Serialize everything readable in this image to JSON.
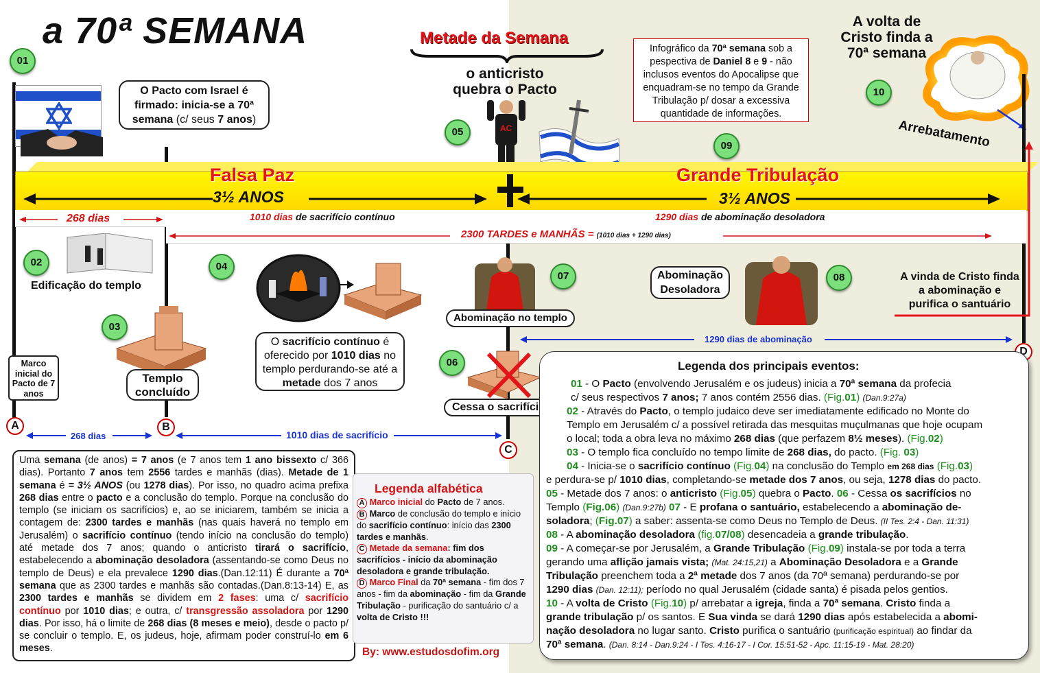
{
  "title": "a 70ª SEMANA",
  "header": {
    "metade_title": "Metade da Semana",
    "anticristo": "o anticristo quebra o Pacto",
    "volta_cristo": "A volta de Cristo finda a 70ª semana",
    "arrebatamento": "Arrebatamento"
  },
  "infobox": {
    "p1": "Infográfico da ",
    "p1b": "70ª semana",
    "p2": " sob a pespectiva de ",
    "p2b": "Daniel 8",
    "p3": " e ",
    "p3b": "9",
    "p4": " - não inclusos eventos do Apocalipse que enquadram-se no tempo da Grande Tribulação p/ dosar a excessiva quantidade de informações."
  },
  "pacto_bubble": {
    "line1": "O Pacto com Israel é",
    "line2": "firmado: inicia-se a 70ª",
    "line3b": "semana",
    "line3": " (c/ seus ",
    "line3c": "7 anos",
    "line3d": ")"
  },
  "bars": {
    "falsa_paz": "Falsa Paz",
    "grande_trib": "Grande Tribulação",
    "anos_left": "3½ ANOS",
    "anos_right": "3½ ANOS",
    "dias268": "268 dias",
    "dias1010": "1010 dias",
    "dias1010_rest": " de sacrifício contínuo",
    "dias1290": "1290 dias",
    "dias1290_rest": " de abominação desoladora",
    "tardes": "2300 TARDES e MANHÃS =",
    "tardes_paren": "(1010 dias + 1290 dias)"
  },
  "events": {
    "pin01": "01",
    "pin02": "02",
    "pin03": "03",
    "pin04": "04",
    "pin05": "05",
    "pin06": "06",
    "pin07": "07",
    "pin08": "08",
    "pin09": "09",
    "pin10": "10",
    "edificacao": "Edificação do templo",
    "templo_concluido": "Templo concluído",
    "sacrificio_b1": "O ",
    "sacrificio_b2": "sacrifício contínuo",
    "sacrificio_b3": " é oferecido por ",
    "sacrificio_b4": "1010 dias",
    "sacrificio_b5": " no templo perdurando-se até a ",
    "sacrificio_b6": "metade",
    "sacrificio_b7": " dos 7 anos",
    "abominacao_templo": "Abominação no templo",
    "cessa": "Cessa o sacrifício",
    "abominacao_desoladora": "Abominação Desoladora",
    "vinda_cristo": "A vinda de Cristo finda a abominação e purifica o santuário",
    "marco_inicial": "Marco inicial do Pacto de 7 anos",
    "ac": "AC"
  },
  "timeline": {
    "A": "A",
    "B": "B",
    "C": "C",
    "D": "D",
    "dias268": "268 dias",
    "dias1010": "1010 dias de sacrifício",
    "dias1290": "1290 dias de abominação"
  },
  "left_text": {
    "t1": "Uma ",
    "t1b": "semana",
    "t2": " (de anos) ",
    "t2b": "= 7 anos",
    "t3": " (e 7 anos tem ",
    "t3b": "1 ano bissexto",
    "t4": " c/ 366 dias). Portanto ",
    "t4b": "7 anos",
    "t5": " tem ",
    "t5b": "2556",
    "t6": " tardes e manhãs (dias). ",
    "t6b": "Metade de 1 semana",
    "t7": " é ",
    "t7b": "= 3½ ANOS",
    "t8": " (ou ",
    "t8b": "1278 dias",
    "t9": "). Por isso, no quadro acima prefixa ",
    "t9b": "268 dias",
    "t10": " entre o ",
    "t10b": "pacto",
    "t11": " e a conclusão do templo. Porque na conclusão do templo (se iniciam os sacrifícios) e, ao se iniciarem, também se inicia a contagem de: ",
    "t11b": "2300 tardes e manhãs",
    "t12": " (nas quais haverá no templo em Jerusalém) o ",
    "t12b": "sacrifício contínuo",
    "t13": " (tendo início na conclusão do templo) até metade dos 7 anos; quando o anticristo ",
    "t13b": "tirará o sacrifício",
    "t14": ", estabelecendo a ",
    "t14b": "abominação desoladora",
    "t15": " (assentando-se como Deus no templo de Deus) e ela prevalece ",
    "t15b": "1290 dias",
    "t16": ".(Dan.12:11) É durante a ",
    "t16b": "70ª semana",
    "t17": " que as 2300 tardes e manhãs são contadas.(Dan.8:13-14) E, as ",
    "t17b": "2300 tardes e manhãs",
    "t18": " se dividem em ",
    "t18b": "2 fases",
    "t19": ": uma c/ ",
    "t19b": "sacrifício contínuo",
    "t20": " por ",
    "t20b": "1010 dias",
    "t21": "; e outra, c/ ",
    "t21b": "transgressão assoladora",
    "t22": " por ",
    "t22b": "1290 dias",
    "t23": ". Por isso, há o limite de ",
    "t23b": "268 dias (8 meses e meio)",
    "t24": ", desde o pacto p/ se concluir o templo. E, os judeus, hoje, afirmam poder construí-lo ",
    "t24b": "em 6 meses",
    "t25": "."
  },
  "legend_alpha": {
    "title": "Legenda alfabética",
    "a1": "Marco inicial",
    "a2": " do ",
    "a3": "Pacto",
    "a4": " de 7 anos.",
    "b1": "Marco",
    "b2": " de conclusão do templo e início do ",
    "b3": "sacrifício contínuo",
    "b4": ": início das ",
    "b5": "2300 tardes e manhãs",
    "b6": ".",
    "c1": "Metade da semana",
    "c2": ": fim dos sacrifícios - início da ",
    "c3": "abominação desoladora",
    "c4": " e ",
    "c5": "grande tribulação",
    "c6": ".",
    "d1": "Marco Final",
    "d2": " da ",
    "d3": "70ª semana",
    "d4": " - fim dos 7 anos - fim da ",
    "d5": "abominação",
    "d6": " - fim da ",
    "d7": "Grande Tribulação",
    "d8": " - purificação do santuário c/ a ",
    "d9": "volta de Cristo !!!"
  },
  "byline": "By: www.estudosdofim.org",
  "legend_main": {
    "title": "Legenda dos principais eventos:"
  },
  "colors": {
    "red": "#d21414",
    "green": "#1f8e1f",
    "blue": "#1733d2",
    "yellow": "#ffe600"
  }
}
